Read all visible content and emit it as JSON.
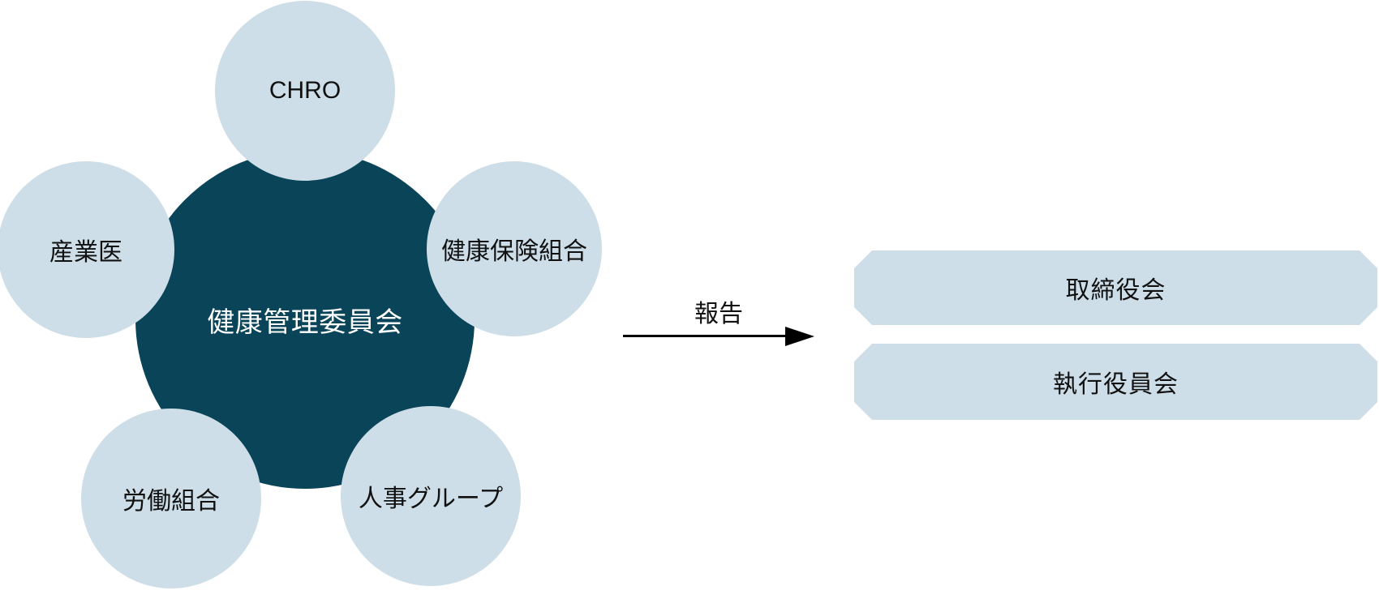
{
  "diagram": {
    "hub": {
      "label": "健康管理委員会"
    },
    "spokes": [
      {
        "id": "chro",
        "label": "CHRO"
      },
      {
        "id": "occupational-physician",
        "label": "産業医"
      },
      {
        "id": "health-insurance-union",
        "label": "健康保険組合"
      },
      {
        "id": "labor-union",
        "label": "労働組合"
      },
      {
        "id": "hr-group",
        "label": "人事グループ"
      }
    ],
    "arrow": {
      "label": "報告"
    },
    "targets": [
      {
        "id": "board-of-directors",
        "label": "取締役会"
      },
      {
        "id": "executive-officers-board",
        "label": "執行役員会"
      }
    ],
    "colors": {
      "hub_fill": "#0a4458",
      "hub_text": "#ffffff",
      "node_fill": "#cddee8",
      "node_text": "#111111",
      "arrow_color": "#000000",
      "background": "#ffffff"
    }
  }
}
